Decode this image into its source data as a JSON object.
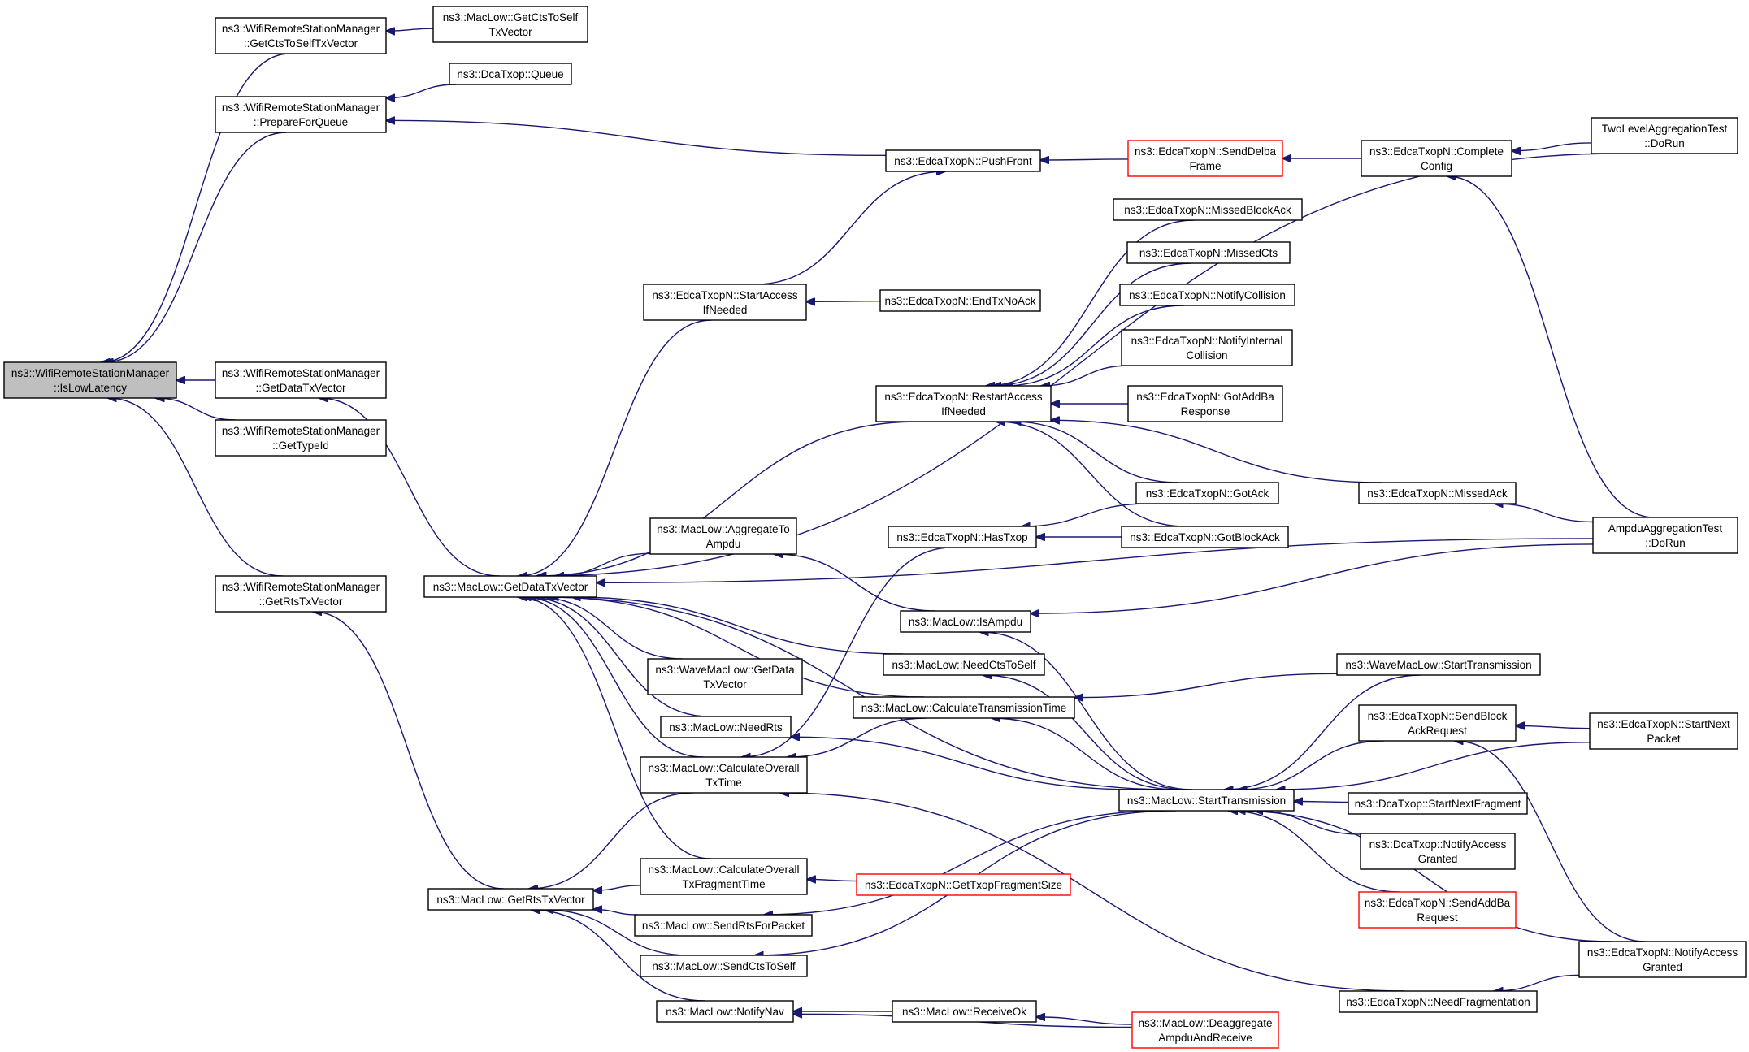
{
  "colors": {
    "edge": "#191970",
    "node_border": "#000000",
    "truncated_border": "#ff0000",
    "root_fill": "#bfbfbf",
    "node_fill": "#ffffff"
  },
  "nodes": [
    {
      "id": "root",
      "lines": [
        "ns3::WifiRemoteStationManager",
        "::IsLowLatency"
      ],
      "highlight": true
    },
    {
      "id": "ctsToSelfTxv",
      "lines": [
        "ns3::WifiRemoteStationManager",
        "::GetCtsToSelfTxVector"
      ]
    },
    {
      "id": "prepQueue",
      "lines": [
        "ns3::WifiRemoteStationManager",
        "::PrepareForQueue"
      ]
    },
    {
      "id": "wrsmDataTxv",
      "lines": [
        "ns3::WifiRemoteStationManager",
        "::GetDataTxVector"
      ]
    },
    {
      "id": "wrsmTypeId",
      "lines": [
        "ns3::WifiRemoteStationManager",
        "::GetTypeId"
      ]
    },
    {
      "id": "wrsmRtsTxv",
      "lines": [
        "ns3::WifiRemoteStationManager",
        "::GetRtsTxVector"
      ]
    },
    {
      "id": "macGetCtsTxv",
      "lines": [
        "ns3::MacLow::GetCtsToSelf",
        "TxVector"
      ]
    },
    {
      "id": "dcaQueue",
      "lines": [
        "ns3::DcaTxop::Queue"
      ]
    },
    {
      "id": "pushFront",
      "lines": [
        "ns3::EdcaTxopN::PushFront"
      ]
    },
    {
      "id": "sendDelba",
      "lines": [
        "ns3::EdcaTxopN::SendDelba",
        "Frame"
      ],
      "truncated": true
    },
    {
      "id": "completeCfg",
      "lines": [
        "ns3::EdcaTxopN::Complete",
        "Config"
      ]
    },
    {
      "id": "twoLevel",
      "lines": [
        "TwoLevelAggregationTest",
        "::DoRun"
      ]
    },
    {
      "id": "startAccess",
      "lines": [
        "ns3::EdcaTxopN::StartAccess",
        "IfNeeded"
      ]
    },
    {
      "id": "endTxNoAck",
      "lines": [
        "ns3::EdcaTxopN::EndTxNoAck"
      ]
    },
    {
      "id": "missedBlockAck",
      "lines": [
        "ns3::EdcaTxopN::MissedBlockAck"
      ]
    },
    {
      "id": "missedCts",
      "lines": [
        "ns3::EdcaTxopN::MissedCts"
      ]
    },
    {
      "id": "notifyCollision",
      "lines": [
        "ns3::EdcaTxopN::NotifyCollision"
      ]
    },
    {
      "id": "notifyIntColl",
      "lines": [
        "ns3::EdcaTxopN::NotifyInternal",
        "Collision"
      ]
    },
    {
      "id": "restartAccess",
      "lines": [
        "ns3::EdcaTxopN::RestartAccess",
        "IfNeeded"
      ]
    },
    {
      "id": "gotAddBa",
      "lines": [
        "ns3::EdcaTxopN::GotAddBa",
        "Response"
      ]
    },
    {
      "id": "gotAck",
      "lines": [
        "ns3::EdcaTxopN::GotAck"
      ]
    },
    {
      "id": "missedAck",
      "lines": [
        "ns3::EdcaTxopN::MissedAck"
      ]
    },
    {
      "id": "gotBlockAck",
      "lines": [
        "ns3::EdcaTxopN::GotBlockAck"
      ]
    },
    {
      "id": "hasTxop",
      "lines": [
        "ns3::EdcaTxopN::HasTxop"
      ]
    },
    {
      "id": "ampduTest",
      "lines": [
        "AmpduAggregationTest",
        "::DoRun"
      ]
    },
    {
      "id": "getDataTxv",
      "lines": [
        "ns3::MacLow::GetDataTxVector"
      ]
    },
    {
      "id": "aggToAmpdu",
      "lines": [
        "ns3::MacLow::AggregateTo",
        "Ampdu"
      ]
    },
    {
      "id": "isAmpdu",
      "lines": [
        "ns3::MacLow::IsAmpdu"
      ]
    },
    {
      "id": "needCtsToSelf",
      "lines": [
        "ns3::MacLow::NeedCtsToSelf"
      ]
    },
    {
      "id": "waveGetData",
      "lines": [
        "ns3::WaveMacLow::GetData",
        "TxVector"
      ]
    },
    {
      "id": "calcTxTime",
      "lines": [
        "ns3::MacLow::CalculateTransmissionTime"
      ]
    },
    {
      "id": "needRts",
      "lines": [
        "ns3::MacLow::NeedRts"
      ]
    },
    {
      "id": "calcOverall",
      "lines": [
        "ns3::MacLow::CalculateOverall",
        "TxTime"
      ]
    },
    {
      "id": "waveStartTx",
      "lines": [
        "ns3::WaveMacLow::StartTransmission"
      ]
    },
    {
      "id": "sendBlockAckReq",
      "lines": [
        "ns3::EdcaTxopN::SendBlock",
        "AckRequest"
      ]
    },
    {
      "id": "startNextPacket",
      "lines": [
        "ns3::EdcaTxopN::StartNext",
        "Packet"
      ]
    },
    {
      "id": "startTx",
      "lines": [
        "ns3::MacLow::StartTransmission"
      ]
    },
    {
      "id": "dcaStartNextFrag",
      "lines": [
        "ns3::DcaTxop::StartNextFragment"
      ]
    },
    {
      "id": "dcaNotifyAccess",
      "lines": [
        "ns3::DcaTxop::NotifyAccess",
        "Granted"
      ]
    },
    {
      "id": "sendAddBa",
      "lines": [
        "ns3::EdcaTxopN::SendAddBa",
        "Request"
      ],
      "truncated": true
    },
    {
      "id": "edcaNotifyAccess",
      "lines": [
        "ns3::EdcaTxopN::NotifyAccess",
        "Granted"
      ]
    },
    {
      "id": "needFrag",
      "lines": [
        "ns3::EdcaTxopN::NeedFragmentation"
      ]
    },
    {
      "id": "getRtsTxv",
      "lines": [
        "ns3::MacLow::GetRtsTxVector"
      ]
    },
    {
      "id": "calcOverallFrag",
      "lines": [
        "ns3::MacLow::CalculateOverall",
        "TxFragmentTime"
      ]
    },
    {
      "id": "getTxopFragSize",
      "lines": [
        "ns3::EdcaTxopN::GetTxopFragmentSize"
      ],
      "truncated": true
    },
    {
      "id": "sendRtsForPacket",
      "lines": [
        "ns3::MacLow::SendRtsForPacket"
      ]
    },
    {
      "id": "sendCtsToSelf",
      "lines": [
        "ns3::MacLow::SendCtsToSelf"
      ]
    },
    {
      "id": "notifyNav",
      "lines": [
        "ns3::MacLow::NotifyNav"
      ]
    },
    {
      "id": "receiveOk",
      "lines": [
        "ns3::MacLow::ReceiveOk"
      ]
    },
    {
      "id": "deaggregate",
      "lines": [
        "ns3::MacLow::Deaggregate",
        "AmpduAndReceive"
      ],
      "truncated": true
    }
  ],
  "edges": [
    [
      "ctsToSelfTxv",
      "root"
    ],
    [
      "prepQueue",
      "root"
    ],
    [
      "wrsmDataTxv",
      "root"
    ],
    [
      "wrsmTypeId",
      "root"
    ],
    [
      "wrsmRtsTxv",
      "root"
    ],
    [
      "macGetCtsTxv",
      "ctsToSelfTxv"
    ],
    [
      "dcaQueue",
      "prepQueue"
    ],
    [
      "pushFront",
      "prepQueue"
    ],
    [
      "getDataTxv",
      "wrsmDataTxv"
    ],
    [
      "getRtsTxv",
      "wrsmRtsTxv"
    ],
    [
      "sendDelba",
      "pushFront"
    ],
    [
      "startAccess",
      "pushFront"
    ],
    [
      "completeCfg",
      "sendDelba"
    ],
    [
      "twoLevel",
      "completeCfg"
    ],
    [
      "ampduTest",
      "completeCfg"
    ],
    [
      "endTxNoAck",
      "startAccess"
    ],
    [
      "missedBlockAck",
      "restartAccess"
    ],
    [
      "missedCts",
      "restartAccess"
    ],
    [
      "notifyCollision",
      "restartAccess"
    ],
    [
      "notifyIntColl",
      "restartAccess"
    ],
    [
      "gotAddBa",
      "restartAccess"
    ],
    [
      "gotAck",
      "restartAccess"
    ],
    [
      "gotBlockAck",
      "restartAccess"
    ],
    [
      "missedAck",
      "restartAccess"
    ],
    [
      "gotAck",
      "hasTxop"
    ],
    [
      "gotBlockAck",
      "hasTxop"
    ],
    [
      "ampduTest",
      "missedAck"
    ],
    [
      "twoLevel",
      "getDataTxv"
    ],
    [
      "startAccess",
      "getDataTxv"
    ],
    [
      "restartAccess",
      "getDataTxv"
    ],
    [
      "ampduTest",
      "getDataTxv"
    ],
    [
      "aggToAmpdu",
      "getDataTxv"
    ],
    [
      "waveGetData",
      "getDataTxv"
    ],
    [
      "needRts",
      "getDataTxv"
    ],
    [
      "calcOverall",
      "getDataTxv"
    ],
    [
      "calcOverallFrag",
      "getDataTxv"
    ],
    [
      "startTx",
      "getDataTxv"
    ],
    [
      "needCtsToSelf",
      "getDataTxv"
    ],
    [
      "calcTxTime",
      "getDataTxv"
    ],
    [
      "isAmpdu",
      "aggToAmpdu"
    ],
    [
      "ampduTest",
      "isAmpdu"
    ],
    [
      "startTx",
      "isAmpdu"
    ],
    [
      "startTx",
      "needCtsToSelf"
    ],
    [
      "waveStartTx",
      "calcTxTime"
    ],
    [
      "startTx",
      "calcTxTime"
    ],
    [
      "startTx",
      "needRts"
    ],
    [
      "hasTxop",
      "calcOverall"
    ],
    [
      "calcTxTime",
      "calcOverall"
    ],
    [
      "needFrag",
      "calcOverall"
    ],
    [
      "waveStartTx",
      "startTx"
    ],
    [
      "startNextPacket",
      "startTx"
    ],
    [
      "sendBlockAckReq",
      "startTx"
    ],
    [
      "dcaStartNextFrag",
      "startTx"
    ],
    [
      "dcaNotifyAccess",
      "startTx"
    ],
    [
      "sendAddBa",
      "startTx"
    ],
    [
      "edcaNotifyAccess",
      "startTx"
    ],
    [
      "startNextPacket",
      "sendBlockAckReq"
    ],
    [
      "edcaNotifyAccess",
      "sendBlockAckReq"
    ],
    [
      "edcaNotifyAccess",
      "needFrag"
    ],
    [
      "calcOverall",
      "getRtsTxv"
    ],
    [
      "calcOverallFrag",
      "getRtsTxv"
    ],
    [
      "sendRtsForPacket",
      "getRtsTxv"
    ],
    [
      "sendCtsToSelf",
      "getRtsTxv"
    ],
    [
      "notifyNav",
      "getRtsTxv"
    ],
    [
      "getTxopFragSize",
      "calcOverallFrag"
    ],
    [
      "startTx",
      "sendRtsForPacket"
    ],
    [
      "startTx",
      "sendCtsToSelf"
    ],
    [
      "receiveOk",
      "notifyNav"
    ],
    [
      "deaggregate",
      "notifyNav"
    ],
    [
      "deaggregate",
      "receiveOk"
    ]
  ]
}
